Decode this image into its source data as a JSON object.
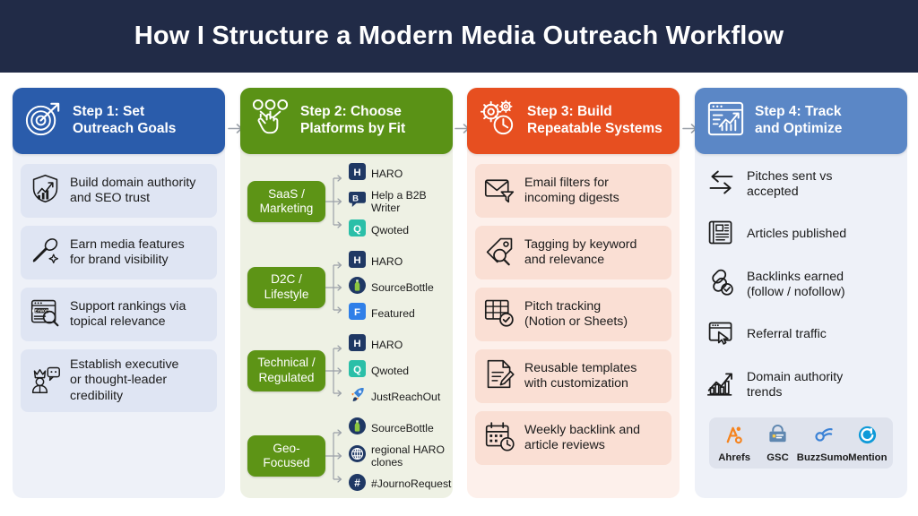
{
  "title": "How I Structure a Modern Media Outreach Workflow",
  "colors": {
    "title_bar": "#212b47",
    "step1": "#2a5cab",
    "step2": "#5a9216",
    "step3": "#e74f20",
    "step4": "#5b87c6",
    "col1_bg": "#eef1f8",
    "col2_bg": "#eef1e4",
    "col3_bg": "#fdf0eb",
    "col4_bg": "#eef1f8"
  },
  "connectors": [
    "arrow-right-icon",
    "arrow-right-icon",
    "arrow-right-icon"
  ],
  "columns": [
    {
      "id": "step-1",
      "header_icon": "target-arrow-icon",
      "header_title": "Step 1: Set\nOutreach Goals",
      "items": [
        {
          "icon": "shield-chart-icon",
          "label": "Build domain authority\nand SEO trust"
        },
        {
          "icon": "microphone-icon",
          "label": "Earn media features\nfor brand visibility"
        },
        {
          "icon": "keyword-search-icon",
          "label": "Support rankings via\ntopical relevance"
        },
        {
          "icon": "thought-leader-icon",
          "label": "Establish executive\nor thought-leader\ncredibility"
        }
      ]
    },
    {
      "id": "step-2",
      "header_icon": "hand-select-icon",
      "header_title": "Step 2: Choose\nPlatforms by Fit",
      "groups": [
        {
          "name": "SaaS /\nMarketing",
          "platforms": [
            {
              "icon": "haro-icon",
              "name": "HARO",
              "color": "#1f3864"
            },
            {
              "icon": "help-a-b2b-writer-icon",
              "name": "Help a B2B\nWriter",
              "color": "#1f3864"
            },
            {
              "icon": "qwoted-icon",
              "name": "Qwoted",
              "color": "#2bbfa8"
            }
          ]
        },
        {
          "name": "D2C /\nLifestyle",
          "platforms": [
            {
              "icon": "haro-icon",
              "name": "HARO",
              "color": "#1f3864"
            },
            {
              "icon": "sourcebottle-icon",
              "name": "SourceBottle",
              "color": "#1f3864"
            },
            {
              "icon": "featured-icon",
              "name": "Featured",
              "color": "#2f7fe8"
            }
          ]
        },
        {
          "name": "Technical /\nRegulated",
          "platforms": [
            {
              "icon": "haro-icon",
              "name": "HARO",
              "color": "#1f3864"
            },
            {
              "icon": "qwoted-icon",
              "name": "Qwoted",
              "color": "#2bbfa8"
            },
            {
              "icon": "rocket-icon",
              "name": "JustReachOut",
              "color": "#3b82d6"
            }
          ]
        },
        {
          "name": "Geo-\nFocused",
          "platforms": [
            {
              "icon": "sourcebottle-icon",
              "name": "SourceBottle",
              "color": "#1f3864"
            },
            {
              "icon": "globe-icon",
              "name": "regional HARO\nclones",
              "color": "#1f3864"
            },
            {
              "icon": "hashtag-icon",
              "name": "#JournoRequest",
              "color": "#1f3864"
            }
          ]
        }
      ]
    },
    {
      "id": "step-3",
      "header_icon": "gears-clock-icon",
      "header_title": "Step 3: Build\nRepeatable Systems",
      "items": [
        {
          "icon": "email-filter-icon",
          "label": "Email filters for\nincoming digests"
        },
        {
          "icon": "tag-search-icon",
          "label": "Tagging by keyword\nand relevance"
        },
        {
          "icon": "table-check-icon",
          "label": "Pitch tracking\n(Notion or Sheets)"
        },
        {
          "icon": "document-edit-icon",
          "label": "Reusable templates\nwith customization"
        },
        {
          "icon": "calendar-clock-icon",
          "label": "Weekly backlink and\narticle reviews"
        }
      ]
    },
    {
      "id": "step-4",
      "header_icon": "dashboard-chart-icon",
      "header_title": "Step 4: Track\nand Optimize",
      "metrics": [
        {
          "icon": "exchange-arrows-icon",
          "label": "Pitches sent vs\naccepted"
        },
        {
          "icon": "newspaper-icon",
          "label": "Articles published"
        },
        {
          "icon": "link-check-icon",
          "label": "Backlinks earned\n(follow / nofollow)"
        },
        {
          "icon": "browser-cursor-icon",
          "label": "Referral traffic"
        },
        {
          "icon": "growth-chart-icon",
          "label": "Domain authority\ntrends"
        }
      ],
      "tools": [
        {
          "icon": "ahrefs-icon",
          "name": "Ahrefs",
          "color": "#f5841f"
        },
        {
          "icon": "gsc-icon",
          "name": "GSC",
          "color": "#5f87b0"
        },
        {
          "icon": "buzzsumo-icon",
          "name": "BuzzSumo",
          "color": "#3b82d6"
        },
        {
          "icon": "mention-icon",
          "name": "Mention",
          "color": "#0f9ad8"
        }
      ]
    }
  ]
}
